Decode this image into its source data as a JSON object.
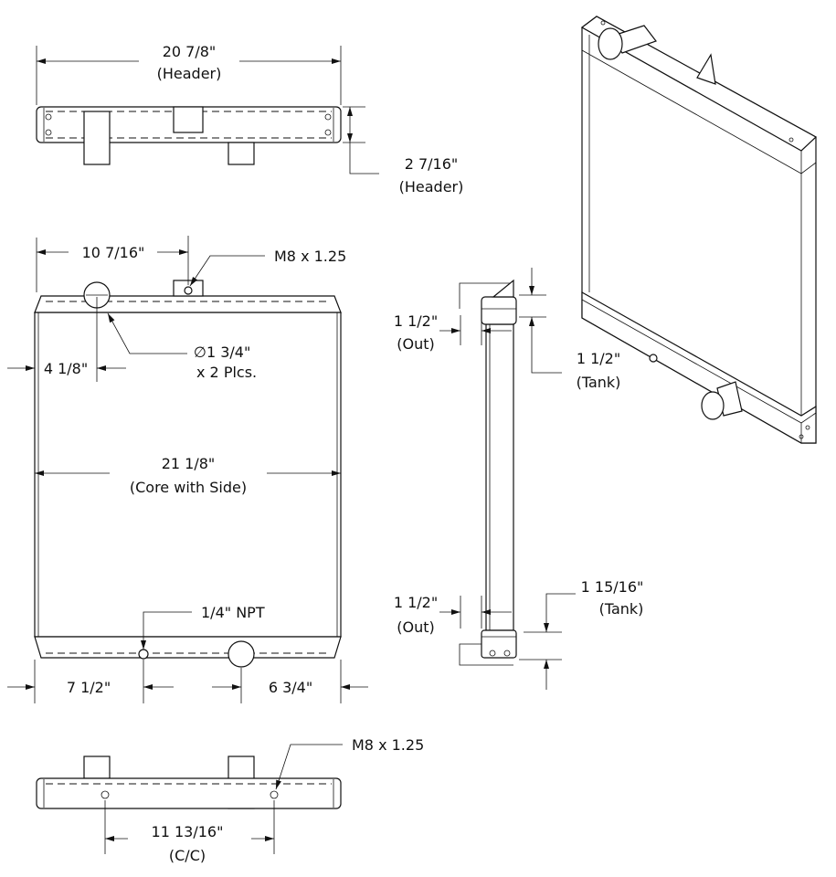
{
  "top_view": {
    "width_value": "20 7/8\"",
    "width_note": "(Header)",
    "height_value": "2 7/16\"",
    "height_note": "(Header)"
  },
  "front_view": {
    "bracket_offset": "10 7/16\"",
    "bracket_thread": "M8 x 1.25",
    "inlet_diameter": "∅1 3/4\"",
    "inlet_qty": "x 2 Plcs.",
    "inlet_offset": "4 1/8\"",
    "core_width_value": "21 1/8\"",
    "core_width_note": "(Core with Side)",
    "drain": "1/4\" NPT",
    "drain_offset": "7 1/2\"",
    "outlet_offset": "6 3/4\""
  },
  "side_view": {
    "top_out_value": "1 1/2\"",
    "top_out_note": "(Out)",
    "top_tank_value": "1 1/2\"",
    "top_tank_note": "(Tank)",
    "bottom_tank_value": "1 15/16\"",
    "bottom_tank_note": "(Tank)",
    "bottom_out_value": "1 1/2\"",
    "bottom_out_note": "(Out)"
  },
  "bottom_view": {
    "thread": "M8 x 1.25",
    "hole_spacing_value": "11 13/16\"",
    "hole_spacing_note": "(C/C)"
  }
}
